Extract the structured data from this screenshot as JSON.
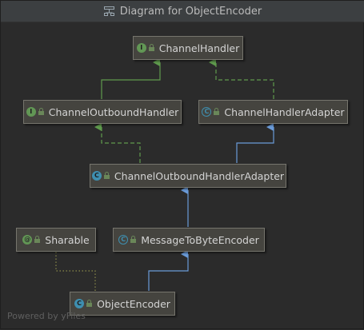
{
  "window": {
    "title": "Diagram for ObjectEncoder",
    "title_icon": "class-diagram-icon"
  },
  "nodes": {
    "channel_handler": {
      "label": "ChannelHandler",
      "kind": "interface",
      "kind_letter": "I"
    },
    "channel_outbound_handler": {
      "label": "ChannelOutboundHandler",
      "kind": "interface",
      "kind_letter": "I"
    },
    "channel_handler_adapter": {
      "label": "ChannelHandlerAdapter",
      "kind": "abstract-class",
      "kind_letter": "C"
    },
    "channel_outbound_handler_adapter": {
      "label": "ChannelOutboundHandlerAdapter",
      "kind": "class",
      "kind_letter": "C"
    },
    "sharable": {
      "label": "Sharable",
      "kind": "annotation",
      "kind_letter": "@"
    },
    "message_to_byte_encoder": {
      "label": "MessageToByteEncoder",
      "kind": "abstract-class",
      "kind_letter": "C"
    },
    "object_encoder": {
      "label": "ObjectEncoder",
      "kind": "class",
      "kind_letter": "C"
    }
  },
  "relations": [
    {
      "from": "channel_outbound_handler",
      "to": "channel_handler",
      "type": "extends-interface"
    },
    {
      "from": "channel_handler_adapter",
      "to": "channel_handler",
      "type": "implements"
    },
    {
      "from": "channel_outbound_handler_adapter",
      "to": "channel_outbound_handler",
      "type": "implements"
    },
    {
      "from": "channel_outbound_handler_adapter",
      "to": "channel_handler_adapter",
      "type": "extends"
    },
    {
      "from": "message_to_byte_encoder",
      "to": "channel_outbound_handler_adapter",
      "type": "extends"
    },
    {
      "from": "object_encoder",
      "to": "message_to_byte_encoder",
      "type": "extends"
    },
    {
      "from": "object_encoder",
      "to": "sharable",
      "type": "annotated-with"
    }
  ],
  "colors": {
    "extends": "#6a9bd8",
    "interface_inheritance": "#5f9a4d",
    "annotation": "#8a8a4a",
    "node_fill": "#45443f",
    "node_border": "#76756d"
  },
  "watermark": "Powered by yFiles"
}
